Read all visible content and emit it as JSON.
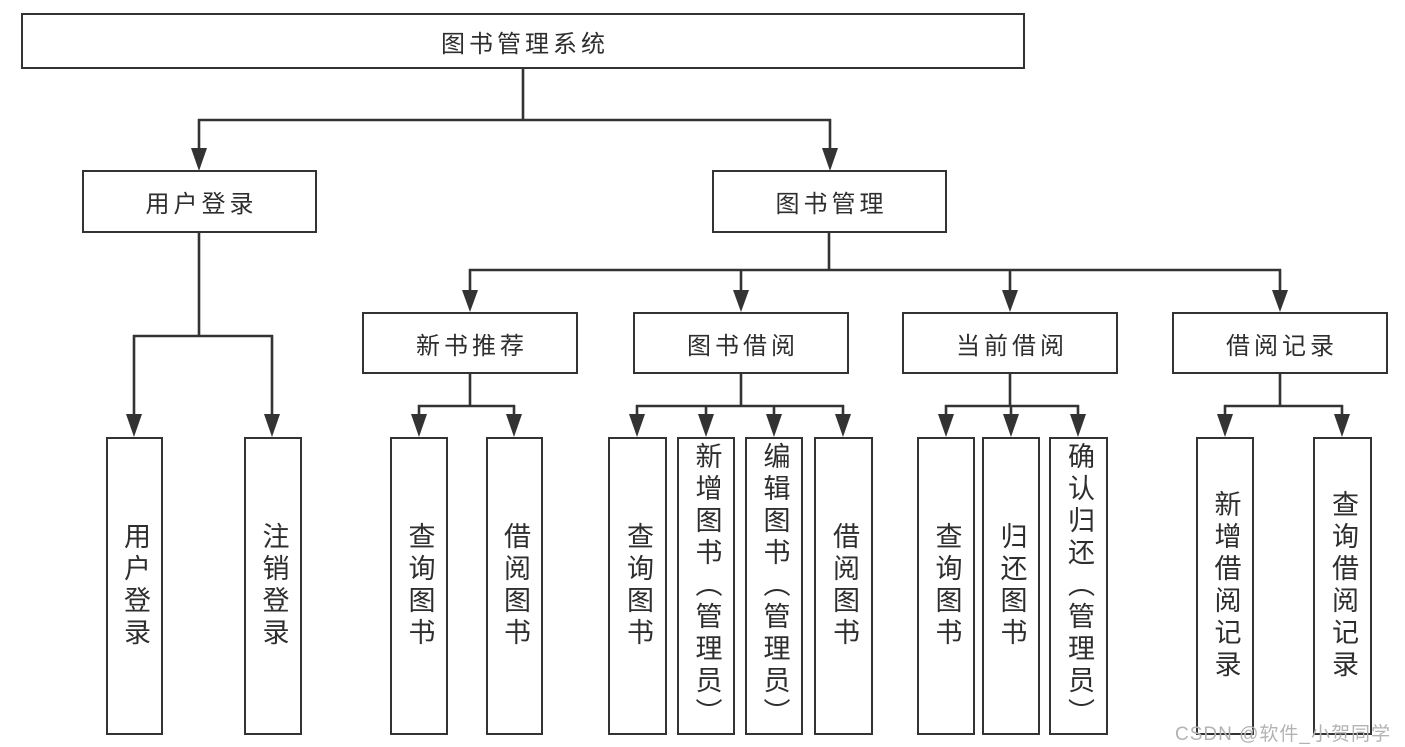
{
  "diagram": {
    "type": "hierarchy-flowchart",
    "root": {
      "label": "图书管理系统"
    },
    "level2": [
      {
        "id": "user-login",
        "label": "用户登录",
        "parent": "root"
      },
      {
        "id": "book-management",
        "label": "图书管理",
        "parent": "root"
      }
    ],
    "level3": [
      {
        "id": "new-book-recommend",
        "label": "新书推荐",
        "parent": "book-management"
      },
      {
        "id": "book-borrowing",
        "label": "图书借阅",
        "parent": "book-management"
      },
      {
        "id": "current-borrowing",
        "label": "当前借阅",
        "parent": "book-management"
      },
      {
        "id": "borrowing-records",
        "label": "借阅记录",
        "parent": "book-management"
      }
    ],
    "leaves": [
      {
        "id": "leaf-user-login",
        "label": "用户登录",
        "parent": "user-login"
      },
      {
        "id": "leaf-logout",
        "label": "注销登录",
        "parent": "user-login"
      },
      {
        "id": "rec-query-book",
        "label": "查询图书",
        "parent": "new-book-recommend"
      },
      {
        "id": "rec-borrow-book",
        "label": "借阅图书",
        "parent": "new-book-recommend"
      },
      {
        "id": "bb-query-book",
        "label": "查询图书",
        "parent": "book-borrowing"
      },
      {
        "id": "bb-add-book-admin",
        "label": "新增图书（管理员）",
        "parent": "book-borrowing"
      },
      {
        "id": "bb-edit-book-admin",
        "label": "编辑图书（管理员）",
        "parent": "book-borrowing"
      },
      {
        "id": "bb-borrow-book",
        "label": "借阅图书",
        "parent": "book-borrowing"
      },
      {
        "id": "cb-query-book",
        "label": "查询图书",
        "parent": "current-borrowing"
      },
      {
        "id": "cb-return-book",
        "label": "归还图书",
        "parent": "current-borrowing"
      },
      {
        "id": "cb-confirm-return-admin",
        "label": "确认归还（管理员）",
        "parent": "current-borrowing"
      },
      {
        "id": "br-add-record",
        "label": "新增借阅记录",
        "parent": "borrowing-records"
      },
      {
        "id": "br-query-record",
        "label": "查询借阅记录",
        "parent": "borrowing-records"
      }
    ],
    "colors": {
      "line": "#333333",
      "box_border": "#333333",
      "box_fill": "#ffffff",
      "text": "#2e2e2e",
      "background": "#ffffff",
      "watermark": "#b3b3b3"
    }
  },
  "watermark": {
    "text": "CSDN @软件_小贺同学"
  }
}
